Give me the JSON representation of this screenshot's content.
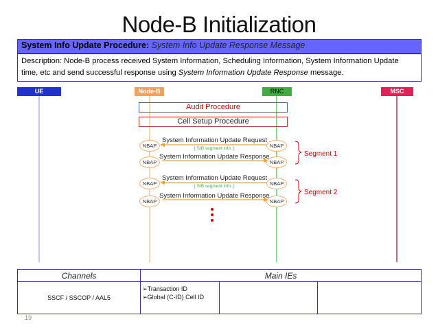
{
  "title": "Node-B Initialization",
  "banner": {
    "main": "System Info Update Procedure:",
    "sub": " System Info Update Response Message"
  },
  "description": {
    "prefix": "Description: Node-B process received System Information, Scheduling Information, System Information Update time, etc and send successful response using ",
    "emph": "System Information Update Response",
    "suffix": " message."
  },
  "entities": {
    "ue": "UE",
    "nodeb": "Node-B",
    "rnc": "RNC",
    "msc": "MSC"
  },
  "procedures": {
    "audit": "Audit Procedure",
    "cell_setup": "Cell Setup Procedure"
  },
  "nbap_label": "NBAP",
  "messages": {
    "request": "System Information Update Request",
    "sib": "[ SIB segment info. ]",
    "response": "System Information Update Response"
  },
  "segments": {
    "seg1": "Segment 1",
    "seg2": "Segment 2"
  },
  "colors": {
    "banner": "#6666ff",
    "ue": "#2233cc",
    "nodeb": "#f0a060",
    "rnc": "#44aa44",
    "msc": "#dd2255",
    "arrow": "#f0a030",
    "brace": "#cc0000"
  },
  "table": {
    "col_channels": "Channels",
    "col_ies": "Main IEs",
    "channels_value": "SSCF / SSCOP / AAL5",
    "ies": [
      "Transaction ID",
      "Global (C-ID) Cell ID"
    ]
  },
  "page_number": "19"
}
